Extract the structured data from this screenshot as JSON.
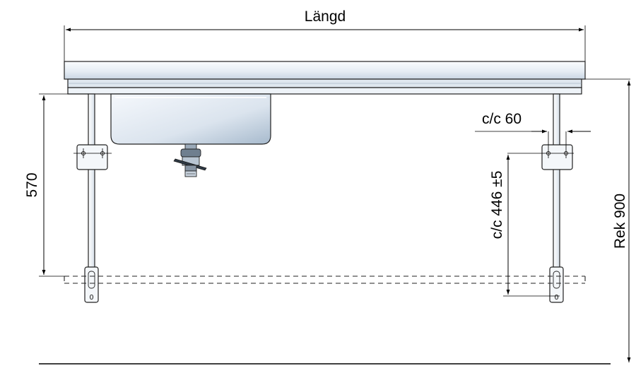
{
  "labels": {
    "length": "Längd",
    "height_570": "570",
    "cc_60": "c/c 60",
    "cc_446": "c/c 446 ±5",
    "rek_900": "Rek 900",
    "bracket_mark_left": "0",
    "bracket_mark_right": "0"
  },
  "colors": {
    "line": "#000000",
    "steel_light": "#f4f8fc",
    "steel_mid": "#d9e3ee",
    "steel_dark": "#b7c6d6",
    "bowl_light": "#f2f6fb",
    "bowl_dark": "#a9bccf",
    "leg_fill": "#eef2f6"
  }
}
